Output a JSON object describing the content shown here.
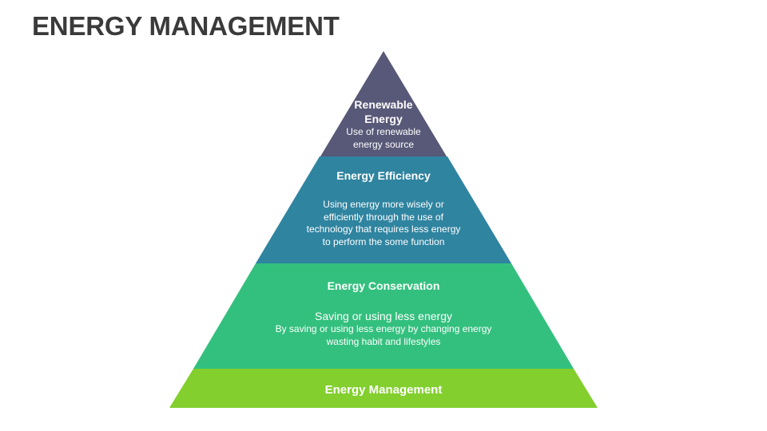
{
  "title": "ENERGY MANAGEMENT",
  "colors": {
    "tier1": "#585878",
    "tier2": "#2f84a0",
    "tier3": "#33c07e",
    "tier4": "#82cf2e"
  },
  "tiers": [
    {
      "heading_line1": "Renewable",
      "heading_line2": "Energy",
      "desc_line1": "Use of renewable",
      "desc_line2": "energy source"
    },
    {
      "heading": "Energy Efficiency",
      "desc_line1": "Using energy more wisely or",
      "desc_line2": "efficiently through the use of",
      "desc_line3": "technology that requires less energy",
      "desc_line4": "to perform the some function"
    },
    {
      "heading": "Energy Conservation",
      "subheading": "Saving or using less energy",
      "desc_line1": "By saving or using less energy by changing energy",
      "desc_line2": "wasting habit and lifestyles"
    },
    {
      "heading": "Energy Management"
    }
  ]
}
